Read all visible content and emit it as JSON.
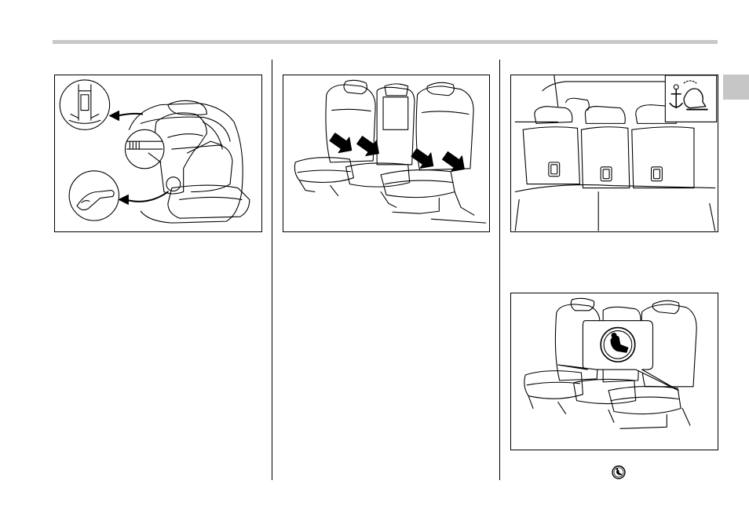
{
  "page": {
    "header_rule": "decorative-gray-rule",
    "section_tab": "gray-section-tab"
  },
  "figures": [
    {
      "id": "figure-1",
      "subject": "child-seat-tether-installation-illustration"
    },
    {
      "id": "figure-2",
      "subject": "rear-seat-lower-anchor-locations-illustration"
    },
    {
      "id": "figure-3",
      "subject": "rear-seatback-tether-anchor-illustration",
      "icon": "tether-anchor-child-seat-icon"
    },
    {
      "id": "figure-4",
      "subject": "rear-seat-lower-anchor-marker-illustration",
      "icon": "child-seat-marker-icon"
    }
  ],
  "caption": {
    "icon": "child-seat-marker-icon"
  },
  "colors": {
    "rule": "#c8c8c8",
    "tab": "#c6c6c6",
    "ink": "#000000"
  }
}
